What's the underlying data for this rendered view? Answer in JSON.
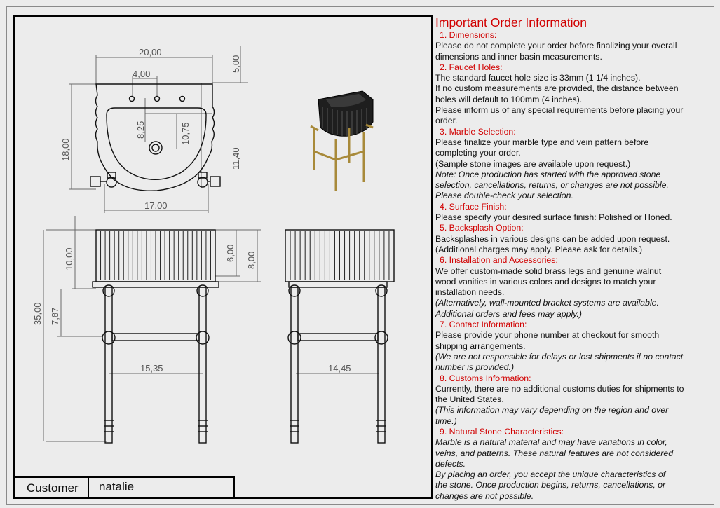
{
  "title_block": {
    "customer_label": "Customer",
    "customer_name": "natalie"
  },
  "dimensions": {
    "top_width": "20,00",
    "faucet_spacing": "4,00",
    "top_depth_right": "5,00",
    "depth": "18,00",
    "faucet_to_drain": "8,25",
    "basin_depth_a": "10,75",
    "basin_depth_b": "11,40",
    "leg_span_top": "17,00",
    "total_height": "35,00",
    "basin_height": "10,00",
    "shelf_height": "7,87",
    "front_leg_span": "15,35",
    "basin_inner": "6,00",
    "basin_outer": "8,00",
    "side_leg_span": "14,45"
  },
  "info": {
    "title": "Important Order Information",
    "sections": [
      {
        "heading": "1. Dimensions:",
        "lines": [
          {
            "t": "Please do not complete your order before finalizing your overall",
            "i": false
          },
          {
            "t": "dimensions and inner basin measurements.",
            "i": false
          }
        ]
      },
      {
        "heading": "2. Faucet Holes:",
        "lines": [
          {
            "t": "The standard faucet hole size is 33mm (1 1/4 inches).",
            "i": false
          },
          {
            "t": "If no custom measurements are provided, the distance between",
            "i": false
          },
          {
            "t": "holes will default to 100mm (4 inches).",
            "i": false
          },
          {
            "t": "Please inform us of any special requirements before placing your",
            "i": false
          },
          {
            "t": "order.",
            "i": false
          }
        ]
      },
      {
        "heading": "3. Marble Selection:",
        "lines": [
          {
            "t": "Please finalize your marble type and vein pattern before",
            "i": false
          },
          {
            "t": "completing your order.",
            "i": false
          },
          {
            "t": "(Sample stone images are available upon request.)",
            "i": false
          },
          {
            "t": "Note: Once production has started with the approved stone",
            "i": true
          },
          {
            "t": "selection, cancellations, returns, or changes are not possible.",
            "i": true
          },
          {
            "t": "Please double-check your selection.",
            "i": true
          }
        ]
      },
      {
        "heading": "4. Surface Finish:",
        "lines": [
          {
            "t": "Please specify your desired surface finish: Polished or Honed.",
            "i": false
          }
        ]
      },
      {
        "heading": "5. Backsplash Option:",
        "lines": [
          {
            "t": "Backsplashes in various designs can be added upon request.",
            "i": false
          },
          {
            "t": "(Additional charges may apply. Please ask for details.)",
            "i": false
          }
        ]
      },
      {
        "heading": "6. Installation and Accessories:",
        "lines": [
          {
            "t": "We offer custom-made solid brass legs and genuine walnut",
            "i": false
          },
          {
            "t": "wood vanities in various colors and designs to match your",
            "i": false
          },
          {
            "t": "installation needs.",
            "i": false
          },
          {
            "t": "(Alternatively, wall-mounted bracket systems are available.",
            "i": true
          },
          {
            "t": "Additional orders and fees may apply.)",
            "i": true
          }
        ]
      },
      {
        "heading": "7. Contact Information:",
        "lines": [
          {
            "t": "Please provide your phone number at checkout for smooth",
            "i": false
          },
          {
            "t": "shipping arrangements.",
            "i": false
          },
          {
            "t": "(We are not responsible for delays or lost shipments if no contact",
            "i": true
          },
          {
            "t": "number is provided.)",
            "i": true
          }
        ]
      },
      {
        "heading": "8. Customs Information:",
        "lines": [
          {
            "t": "Currently, there are no additional customs duties for shipments to",
            "i": false
          },
          {
            "t": "the United States.",
            "i": false
          },
          {
            "t": "(This information may vary depending on the region and over",
            "i": true
          },
          {
            "t": "time.)",
            "i": true
          }
        ]
      },
      {
        "heading": "9. Natural Stone Characteristics:",
        "lines": [
          {
            "t": "Marble is a natural material and may have variations in color,",
            "i": true
          },
          {
            "t": "veins, and patterns. These natural features are not considered",
            "i": true
          },
          {
            "t": "defects.",
            "i": true
          },
          {
            "t": "By placing an order, you accept the unique characteristics of",
            "i": true
          },
          {
            "t": "the stone. Once production begins, returns, cancellations, or",
            "i": true
          },
          {
            "t": "changes are not possible.",
            "i": true
          }
        ]
      }
    ]
  }
}
